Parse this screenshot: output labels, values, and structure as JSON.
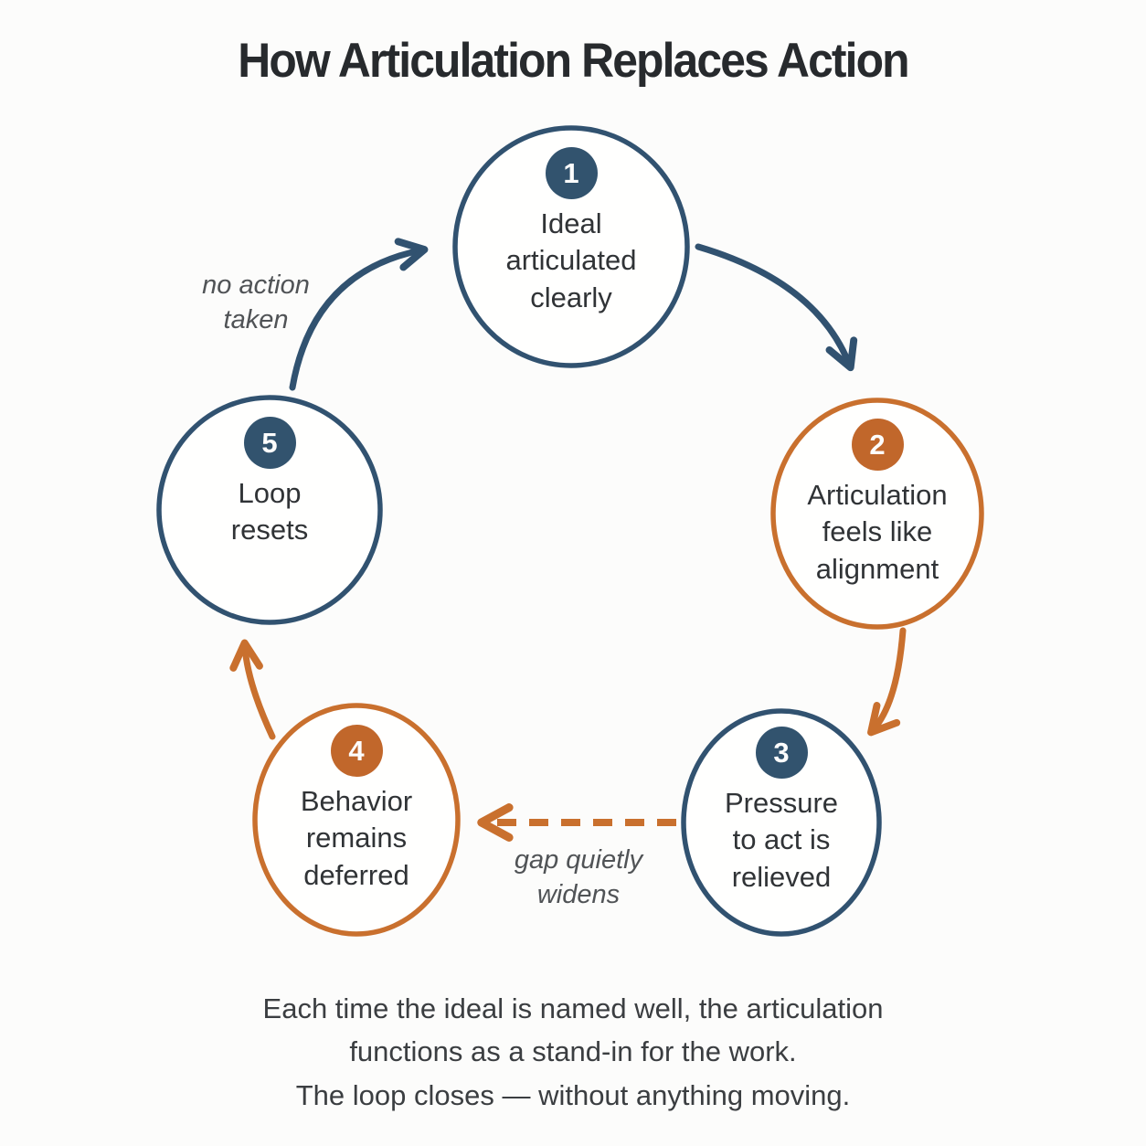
{
  "title": "How Articulation Replaces Action",
  "diagram": {
    "colors": {
      "blue": "#315270",
      "orange": "#c9702e",
      "node_fill": "#fffffe",
      "background": "#fcfcfb"
    },
    "nodes": [
      {
        "number": "1",
        "label": "Ideal\narticulated\nclearly",
        "color": "#315270"
      },
      {
        "number": "2",
        "label": "Articulation\nfeels like\nalignment",
        "color": "#c9702e"
      },
      {
        "number": "3",
        "label": "Pressure\nto act is\nrelieved",
        "color": "#315270"
      },
      {
        "number": "4",
        "label": "Behavior\nremains\ndeferred",
        "color": "#c9702e"
      },
      {
        "number": "5",
        "label": "Loop\nresets",
        "color": "#315270"
      }
    ],
    "edges": [
      {
        "from": "5",
        "to": "1",
        "style": "solid",
        "color": "#315270",
        "label": "no action\ntaken"
      },
      {
        "from": "1",
        "to": "2",
        "style": "solid",
        "color": "#315270",
        "label": ""
      },
      {
        "from": "2",
        "to": "3",
        "style": "solid",
        "color": "#c9702e",
        "label": ""
      },
      {
        "from": "3",
        "to": "4",
        "style": "dashed",
        "color": "#c9702e",
        "label": "gap quietly\nwidens"
      },
      {
        "from": "4",
        "to": "5",
        "style": "solid",
        "color": "#c9702e",
        "label": ""
      }
    ]
  },
  "caption": "Each time the ideal is named well, the articulation\nfunctions as a stand-in for the work.\nThe loop closes — without anything moving."
}
